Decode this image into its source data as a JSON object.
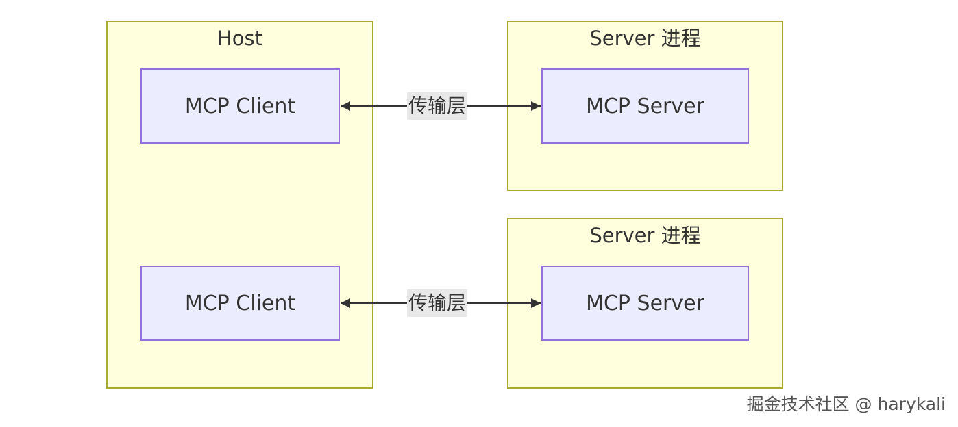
{
  "host": {
    "title": "Host",
    "clients": [
      "MCP Client",
      "MCP Client"
    ]
  },
  "servers": [
    {
      "title": "Server 进程",
      "node": "MCP Server"
    },
    {
      "title": "Server 进程",
      "node": "MCP Server"
    }
  ],
  "edges": [
    {
      "label": "传输层"
    },
    {
      "label": "传输层"
    }
  ],
  "watermark": "掘金技术社区 @ harykali",
  "colors": {
    "group_fill": "#ffffde",
    "group_border": "#aaaa33",
    "node_fill": "#ececff",
    "node_border": "#9370db",
    "edge_label_bg": "#e8e8e8",
    "edge_line": "#333333"
  }
}
